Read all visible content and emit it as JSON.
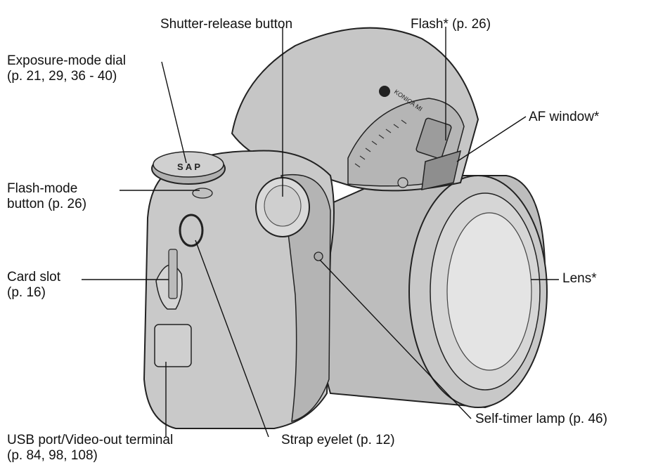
{
  "labels": {
    "shutter": "Shutter-release button",
    "flash": "Flash* (p. 26)",
    "exposure_l1": "Exposure-mode dial",
    "exposure_l2": "(p. 21, 29, 36 - 40)",
    "af_window": "AF window*",
    "flash_mode_l1": "Flash-mode",
    "flash_mode_l2": "button (p. 26)",
    "card_l1": "Card slot",
    "card_l2": "(p. 16)",
    "lens": "Lens*",
    "self_timer": "Self-timer lamp (p. 46)",
    "usb_l1": "USB port/Video-out terminal",
    "usb_l2": "(p. 84, 98, 108)",
    "strap": "Strap eyelet (p. 12)"
  },
  "camera": {
    "brand_text": "KONICA MI",
    "dial_letters": "S A P",
    "colors": {
      "body": "#c6c6c6",
      "shadow": "#9c9c9c",
      "light": "#e2e2e2",
      "outline": "#222222"
    }
  }
}
